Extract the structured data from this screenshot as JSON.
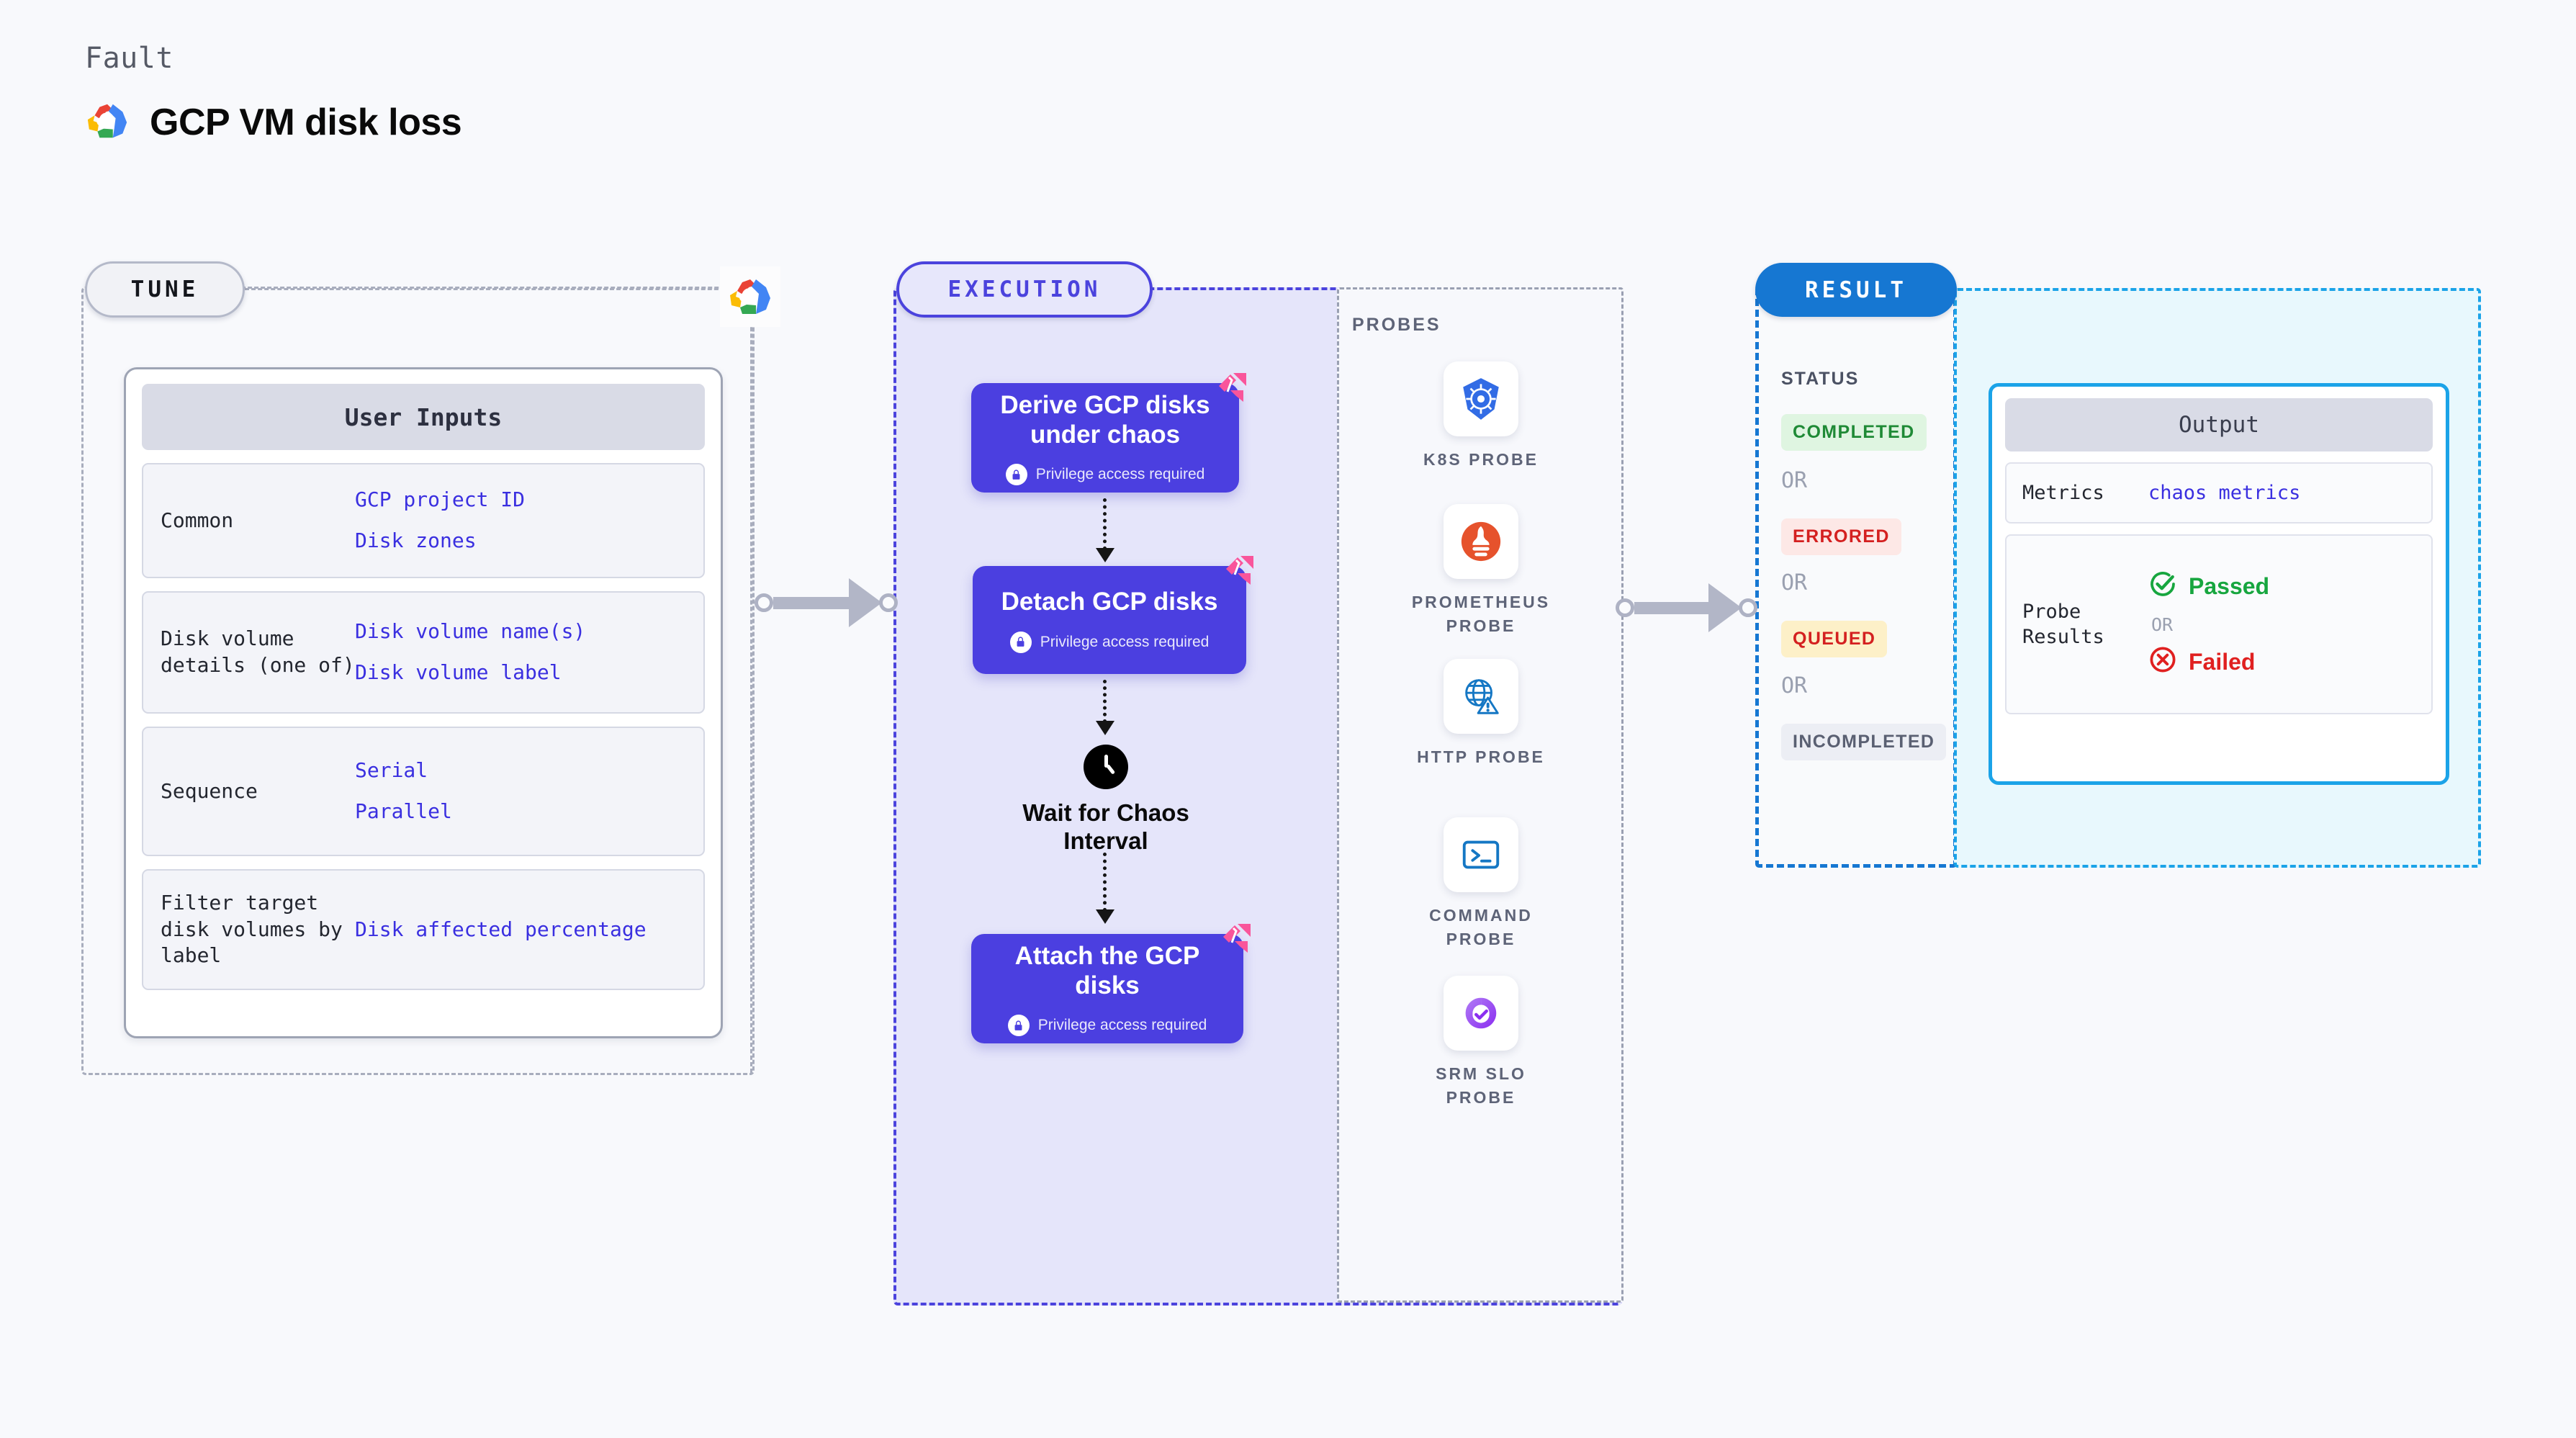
{
  "header": {
    "eyebrow": "Fault",
    "title": "GCP VM disk loss",
    "logo_icon": "gcp-cloud-logo"
  },
  "tune": {
    "badge": "TUNE",
    "logo_icon": "gcp-cloud-logo",
    "inputs_card": {
      "title": "User Inputs",
      "rows": [
        {
          "label": "Common",
          "values": [
            "GCP project ID",
            "Disk zones"
          ]
        },
        {
          "label": "Disk volume details (one of)",
          "values": [
            "Disk volume name(s)",
            "Disk volume label"
          ]
        },
        {
          "label": "Sequence",
          "values": [
            "Serial",
            "Parallel"
          ]
        },
        {
          "label": "Filter target disk volumes by label",
          "values": [
            "Disk affected percentage"
          ]
        }
      ]
    }
  },
  "execution": {
    "badge": "EXECUTION",
    "nodes": [
      {
        "title": "Derive GCP disks under chaos",
        "privilege": "Privilege access required",
        "lock_icon": "lock-icon",
        "ribbon_icon": "harness-ribbon-icon"
      },
      {
        "title": "Detach GCP disks",
        "privilege": "Privilege access required",
        "lock_icon": "lock-icon",
        "ribbon_icon": "harness-ribbon-icon"
      }
    ],
    "wait": {
      "label": "Wait for Chaos Interval",
      "icon": "clock-icon"
    },
    "final_node": {
      "title": "Attach the GCP disks",
      "privilege": "Privilege access required",
      "lock_icon": "lock-icon",
      "ribbon_icon": "harness-ribbon-icon"
    }
  },
  "probes": {
    "title": "PROBES",
    "items": [
      {
        "label": "K8S PROBE",
        "icon": "kubernetes-icon"
      },
      {
        "label": "PROMETHEUS PROBE",
        "icon": "prometheus-icon"
      },
      {
        "label": "HTTP PROBE",
        "icon": "http-globe-icon"
      },
      {
        "label": "COMMAND PROBE",
        "icon": "terminal-icon"
      },
      {
        "label": "SRM SLO PROBE",
        "icon": "srm-slo-icon"
      }
    ]
  },
  "result": {
    "badge": "RESULT",
    "status_title": "STATUS",
    "or_label": "OR",
    "statuses": [
      {
        "label": "COMPLETED",
        "bg": "#dff5e1",
        "fg": "#1f8a36"
      },
      {
        "label": "ERRORED",
        "bg": "#fde8e6",
        "fg": "#d42020"
      },
      {
        "label": "QUEUED",
        "bg": "#fdf0c8",
        "fg": "#d42020"
      },
      {
        "label": "INCOMPLETED",
        "bg": "#eceef4",
        "fg": "#5a6072"
      }
    ],
    "output": {
      "title": "Output",
      "metrics_label": "Metrics",
      "metrics_value": "chaos metrics",
      "probe_results_label": "Probe Results",
      "passed": "Passed",
      "failed": "Failed",
      "or_label": "OR",
      "passed_icon": "check-circle-icon",
      "failed_icon": "x-circle-icon"
    }
  },
  "colors": {
    "background": "#f8f9fc",
    "execution_accent": "#4b43dd",
    "result_accent": "#1677d2",
    "output_accent": "#1ba3e8",
    "node_fill": "#4b3fe0",
    "ribbon": "#f9559b"
  }
}
